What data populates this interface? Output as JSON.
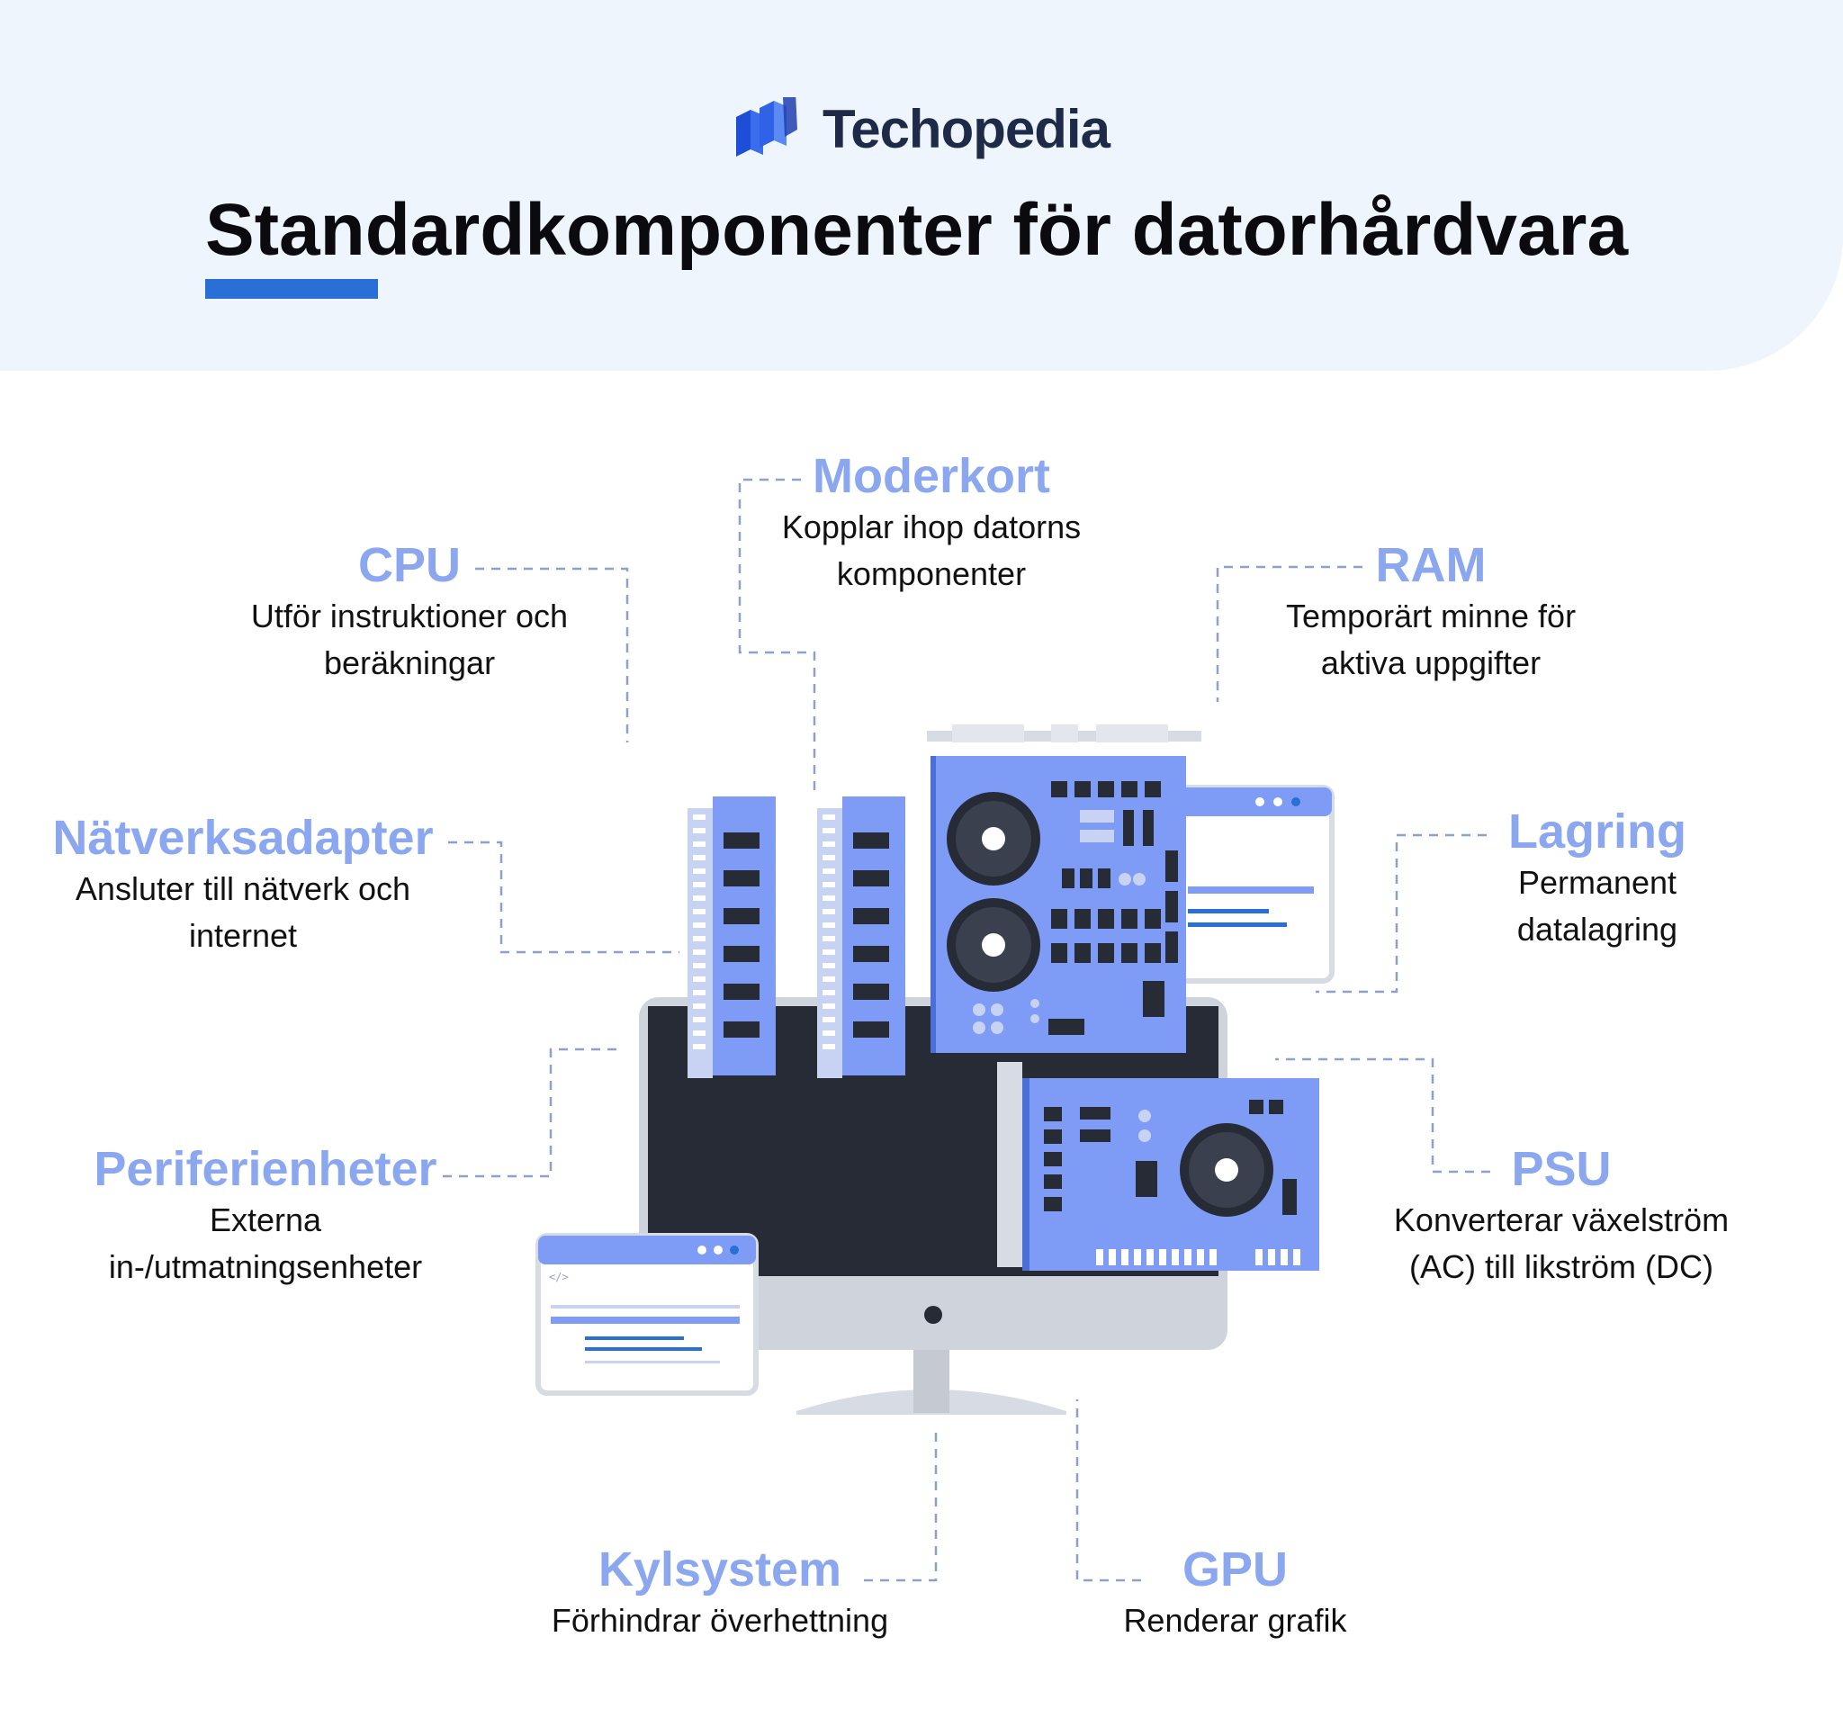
{
  "header": {
    "brand": "Techopedia",
    "title": "Standardkomponenter för datorhårdvara"
  },
  "components": [
    {
      "name": "Moderkort",
      "desc1": "Kopplar ihop datorns",
      "desc2": "komponenter"
    },
    {
      "name": "CPU",
      "desc1": "Utför instruktioner och",
      "desc2": "beräkningar"
    },
    {
      "name": "RAM",
      "desc1": "Temporärt minne för",
      "desc2": "aktiva uppgifter"
    },
    {
      "name": "Nätverksadapter",
      "desc1": "Ansluter till nätverk och",
      "desc2": "internet"
    },
    {
      "name": "Lagring",
      "desc1": "Permanent",
      "desc2": "datalagring"
    },
    {
      "name": "Periferienheter",
      "desc1": "Externa",
      "desc2": "in-/utmatningsenheter"
    },
    {
      "name": "PSU",
      "desc1": "Konverterar växelström",
      "desc2": "(AC) till likström (DC)"
    },
    {
      "name": "Kylsystem",
      "desc1": "Förhindrar överhettning",
      "desc2": ""
    },
    {
      "name": "GPU",
      "desc1": "Renderar grafik",
      "desc2": ""
    }
  ],
  "window_code_label": "</>",
  "colors": {
    "accent_blue": "#2a6fd6",
    "label_blue": "#8ba7f0",
    "board_blue": "#7e9cf6",
    "screen_dark": "#262b36"
  }
}
